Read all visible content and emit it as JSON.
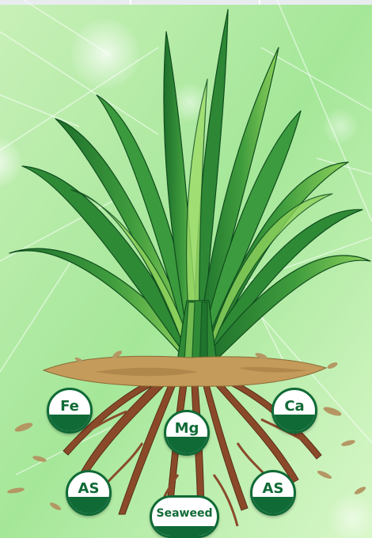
{
  "nutrients": {
    "fe": "Fe",
    "ca": "Ca",
    "mg": "Mg",
    "as_left": "AS",
    "as_right": "AS",
    "seaweed": "Seaweed"
  },
  "colors": {
    "background_light": "#d9f7c9",
    "background_mid": "#9fe690",
    "leaf_dark": "#1f7a2e",
    "leaf_mid": "#3e9a3f",
    "leaf_light": "#8ed35c",
    "root": "#8a4a2a",
    "soil": "#c49b5a",
    "badge_green": "#0f6a36"
  }
}
